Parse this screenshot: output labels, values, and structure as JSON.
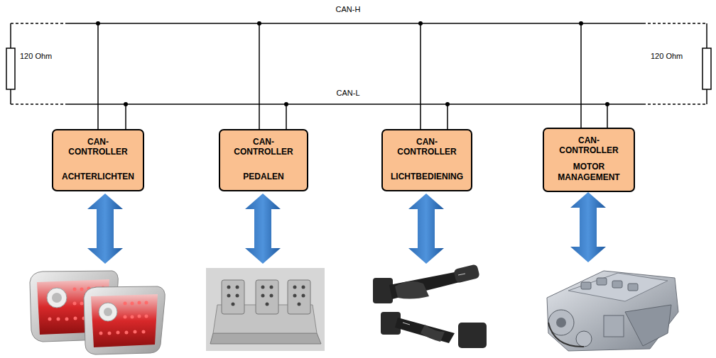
{
  "diagram": {
    "nodes": [
      {
        "text": [
          "CAN- CONTROLLER",
          "ACHTERLICHTEN"
        ]
      },
      {
        "text": [
          "CAN- CONTROLLER",
          "PEDALEN"
        ]
      },
      {
        "text": [
          "CAN- CONTROLLER",
          "LICHTBEDIENING"
        ]
      },
      {
        "text": [
          "CAN- CONTROLLER",
          "MOTOR MANAGEMENT"
        ]
      }
    ],
    "labels": [
      "CAN-H",
      "120 Ohm",
      "120 Ohm",
      "CAN-L"
    ]
  }
}
